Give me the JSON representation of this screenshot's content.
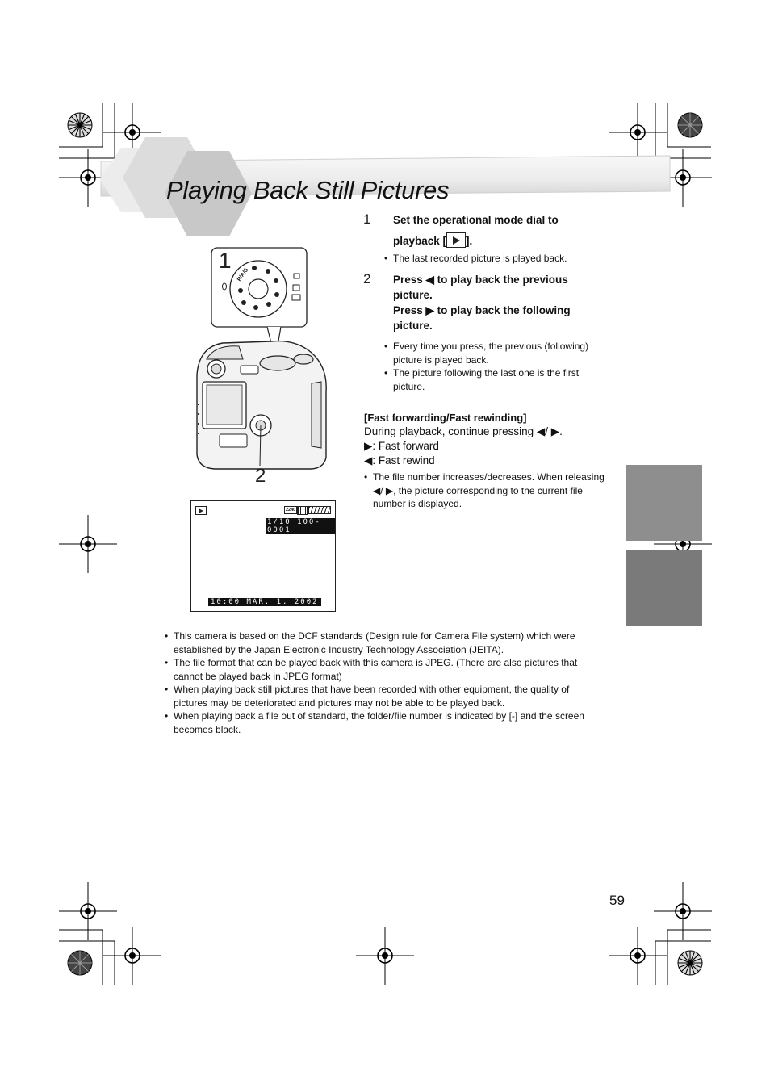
{
  "page": {
    "title": "Playing Back Still Pictures",
    "page_number": "59"
  },
  "steps": [
    {
      "number": "1",
      "text_a": "Set the operational mode dial to",
      "text_b_prefix": "playback [",
      "text_b_suffix": "].",
      "notes": [
        "The last recorded picture is played back."
      ]
    },
    {
      "number": "2",
      "line1": "Press ◀ to play back the previous",
      "line2": "picture.",
      "line3": "Press ▶ to play back the following",
      "line4": "picture.",
      "notes": [
        "Every time you press, the previous (following) picture is played back.",
        "The picture following the last one is the first picture."
      ]
    }
  ],
  "fast": {
    "heading": "[Fast forwarding/Fast rewinding]",
    "intro": "During playback, continue pressing ◀/ ▶.",
    "forward": "▶: Fast forward",
    "rewind": "◀: Fast rewind",
    "note": "The file number increases/decreases. When releasing ◀/ ▶, the picture corresponding to the current file number is displayed."
  },
  "figure": {
    "callout_1": "1",
    "callout_2": "2",
    "dial_label": "P/A/S",
    "lcd_size": "2240",
    "lcd_counter": "1/10 100-0001",
    "lcd_datetime": "10:00 MAR. 1. 2002"
  },
  "notes": [
    "This camera is based on the DCF standards (Design rule for Camera File system) which were established by the Japan Electronic Industry Technology Association (JEITA).",
    "The file format that can be played back with this camera is JPEG. (There are also pictures that cannot be played back in JPEG format)",
    "When playing back still pictures that have been recorded with other equipment, the quality of pictures may be deteriorated and pictures may not be able to be played back.",
    "When playing back a file out of standard, the folder/file number is indicated by [-] and the screen becomes black."
  ],
  "colors": {
    "tab_light": "#8e8e8e",
    "tab_dark": "#7a7a7a",
    "hex_gray": "#c8c8c8"
  }
}
